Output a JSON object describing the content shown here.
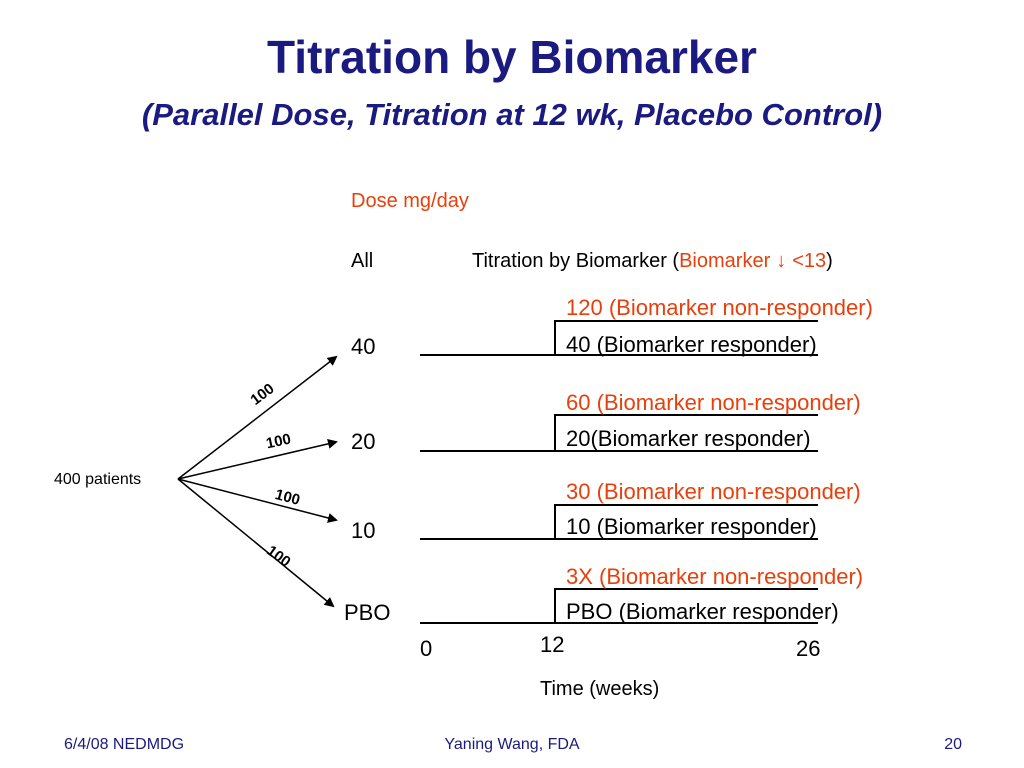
{
  "slide": {
    "title": "Titration by Biomarker",
    "subtitle": "(Parallel Dose, Titration at 12 wk, Placebo Control)"
  },
  "diagram": {
    "dose_header": "Dose mg/day",
    "all_label": "All",
    "titration_prefix": "Titration by Biomarker (",
    "titration_biomarker": "Biomarker",
    "titration_arrow": "↓",
    "titration_threshold": "<13",
    "titration_suffix": ")",
    "patients_label": "400 patients",
    "branch_counts": [
      "100",
      "100",
      "100",
      "100"
    ],
    "arms": [
      {
        "dose": "40",
        "non_responder": "120 (Biomarker non-responder)",
        "responder": "40 (Biomarker responder)"
      },
      {
        "dose": "20",
        "non_responder": "60 (Biomarker non-responder)",
        "responder": "20(Biomarker responder)"
      },
      {
        "dose": "10",
        "non_responder": "30 (Biomarker non-responder)",
        "responder": "10 (Biomarker responder)"
      },
      {
        "dose": "PBO",
        "non_responder": "3X (Biomarker non-responder)",
        "responder": "PBO (Biomarker responder)"
      }
    ],
    "time_ticks": [
      "0",
      "12",
      "26"
    ],
    "time_axis_label": "Time (weeks)"
  },
  "footer": {
    "date": "6/4/08 NEDMDG",
    "author": "Yaning Wang, FDA",
    "page": "20"
  },
  "colors": {
    "title": "#1a1a80",
    "highlight": "#e8400c"
  }
}
